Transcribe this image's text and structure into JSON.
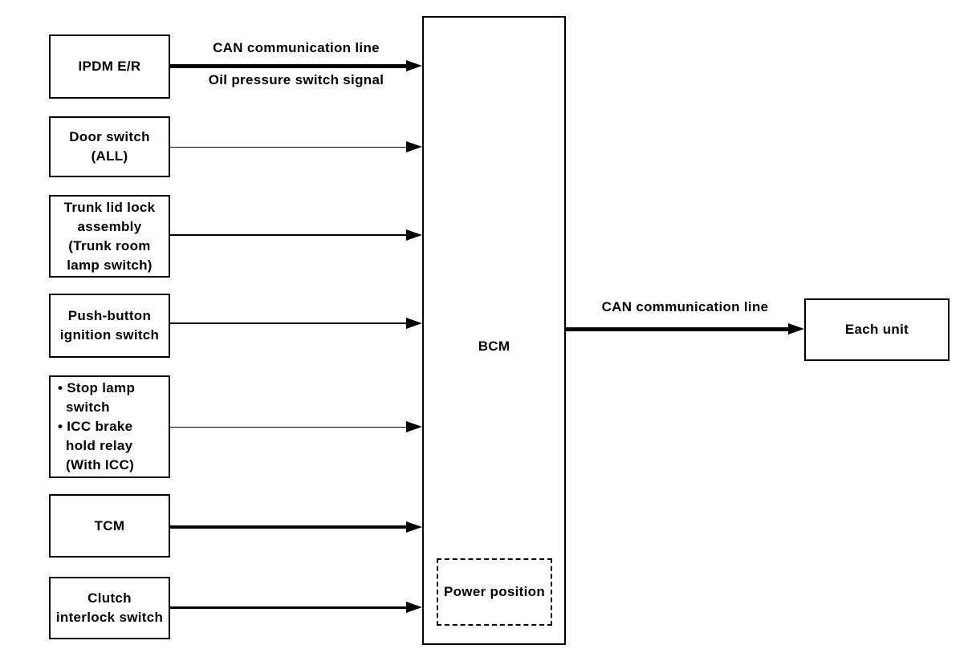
{
  "diagram": {
    "type": "block-diagram",
    "background": "#ffffff",
    "line_color": "#000000",
    "left_nodes": [
      {
        "id": "ipdm-er",
        "label": "IPDM E/R"
      },
      {
        "id": "door-switch",
        "label": "Door switch\n(ALL)"
      },
      {
        "id": "trunk-lid-lock",
        "label": "Trunk lid lock\nassembly\n(Trunk room\nlamp switch)"
      },
      {
        "id": "push-button-ignition",
        "label": "Push-button\nignition switch"
      },
      {
        "id": "stop-lamp-icc",
        "label": "• Stop lamp\n  switch\n• ICC brake\n  hold relay\n  (With ICC)"
      },
      {
        "id": "tcm",
        "label": "TCM"
      },
      {
        "id": "clutch-interlock",
        "label": "Clutch\ninterlock switch"
      }
    ],
    "center_node": {
      "id": "bcm",
      "label": "BCM"
    },
    "power_position_node": {
      "id": "power-position",
      "label": "Power position",
      "border_style": "dashed"
    },
    "right_node": {
      "id": "each-unit",
      "label": "Each unit"
    },
    "edges": [
      {
        "from": "IPDM E/R",
        "to": "BCM",
        "label_above": "CAN communication line",
        "label_below": "Oil pressure switch signal",
        "weight": "thick"
      },
      {
        "from": "Door switch (ALL)",
        "to": "BCM",
        "weight": "thin"
      },
      {
        "from": "Trunk lid lock assembly (Trunk room lamp switch)",
        "to": "BCM",
        "weight": "medium"
      },
      {
        "from": "Push-button ignition switch",
        "to": "BCM",
        "weight": "medium"
      },
      {
        "from": "Stop lamp switch / ICC brake hold relay (With ICC)",
        "to": "BCM",
        "weight": "thin"
      },
      {
        "from": "TCM",
        "to": "BCM",
        "weight": "bold"
      },
      {
        "from": "Clutch interlock switch",
        "to": "BCM",
        "weight": "bold"
      },
      {
        "from": "BCM",
        "to": "Each unit",
        "label_above": "CAN communication line",
        "weight": "thick"
      }
    ]
  }
}
